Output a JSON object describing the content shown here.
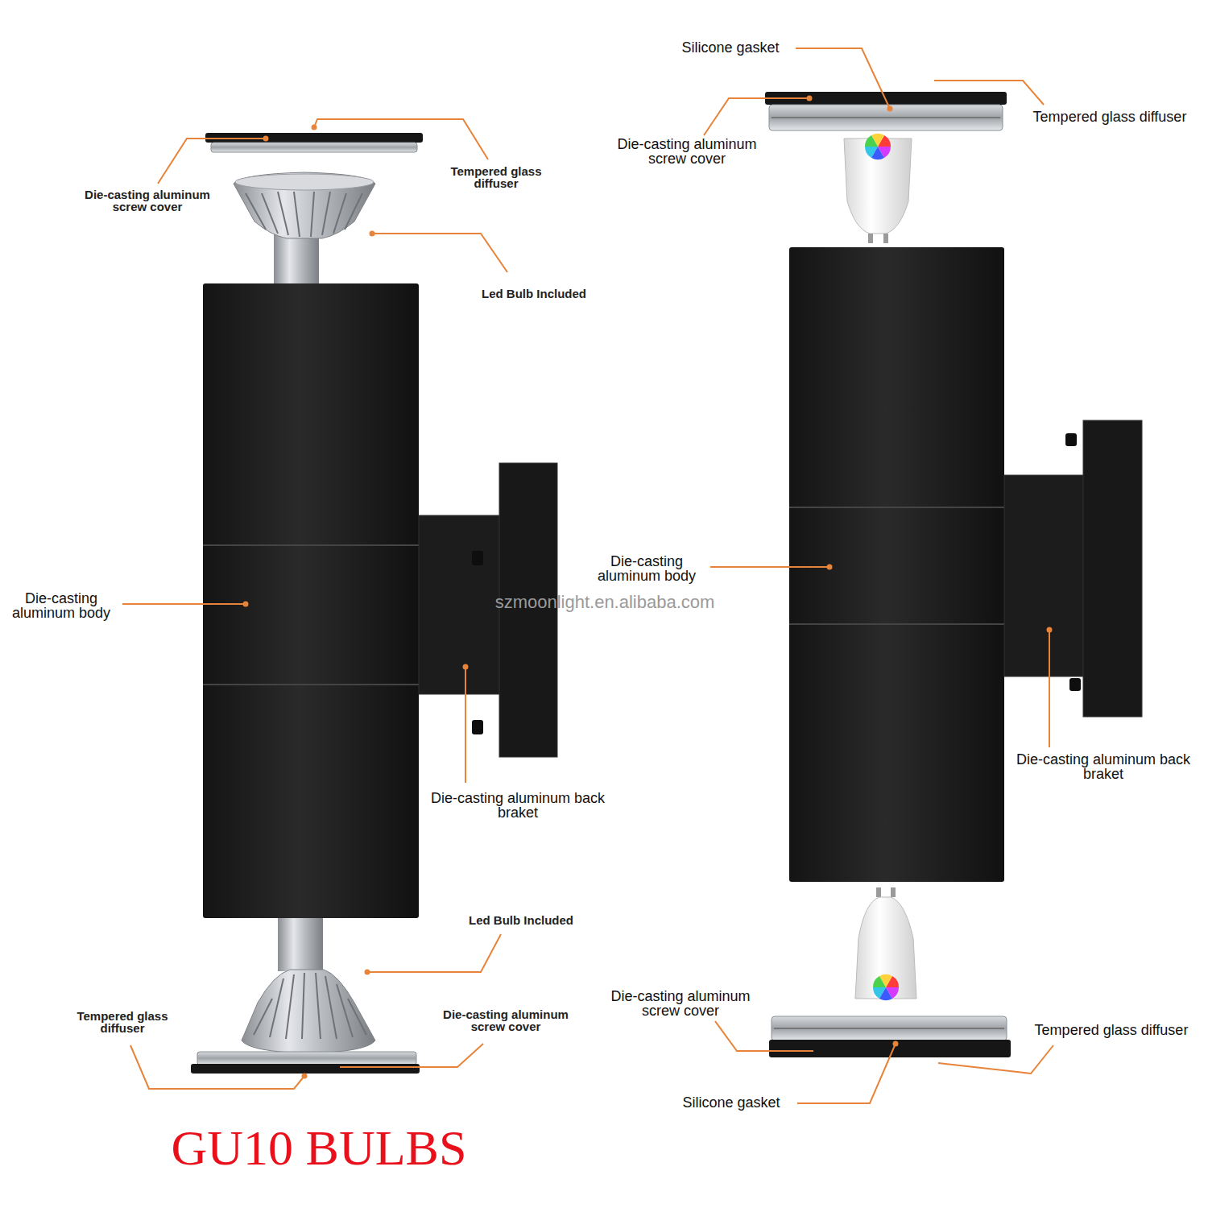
{
  "diagram": {
    "labels": [
      "Die-casting aluminum screw cover",
      "Tempered glass diffuser",
      "Led Bulb Included",
      "Die-casting aluminum body",
      "Die-casting aluminum back braket",
      "Led Bulb Included",
      "Tempered glass diffuser",
      "Die-casting aluminum screw cover",
      "GU10 BULBS",
      "Silicone gasket",
      "Tempered glass diffuser",
      "Die-casting aluminum screw cover",
      "Die-casting aluminum body",
      "Die-casting aluminum back braket",
      "Die-casting aluminum screw cover",
      "Tempered glass diffuser",
      "Silicone gasket",
      "szmoonlight.en.alibaba.com"
    ]
  }
}
